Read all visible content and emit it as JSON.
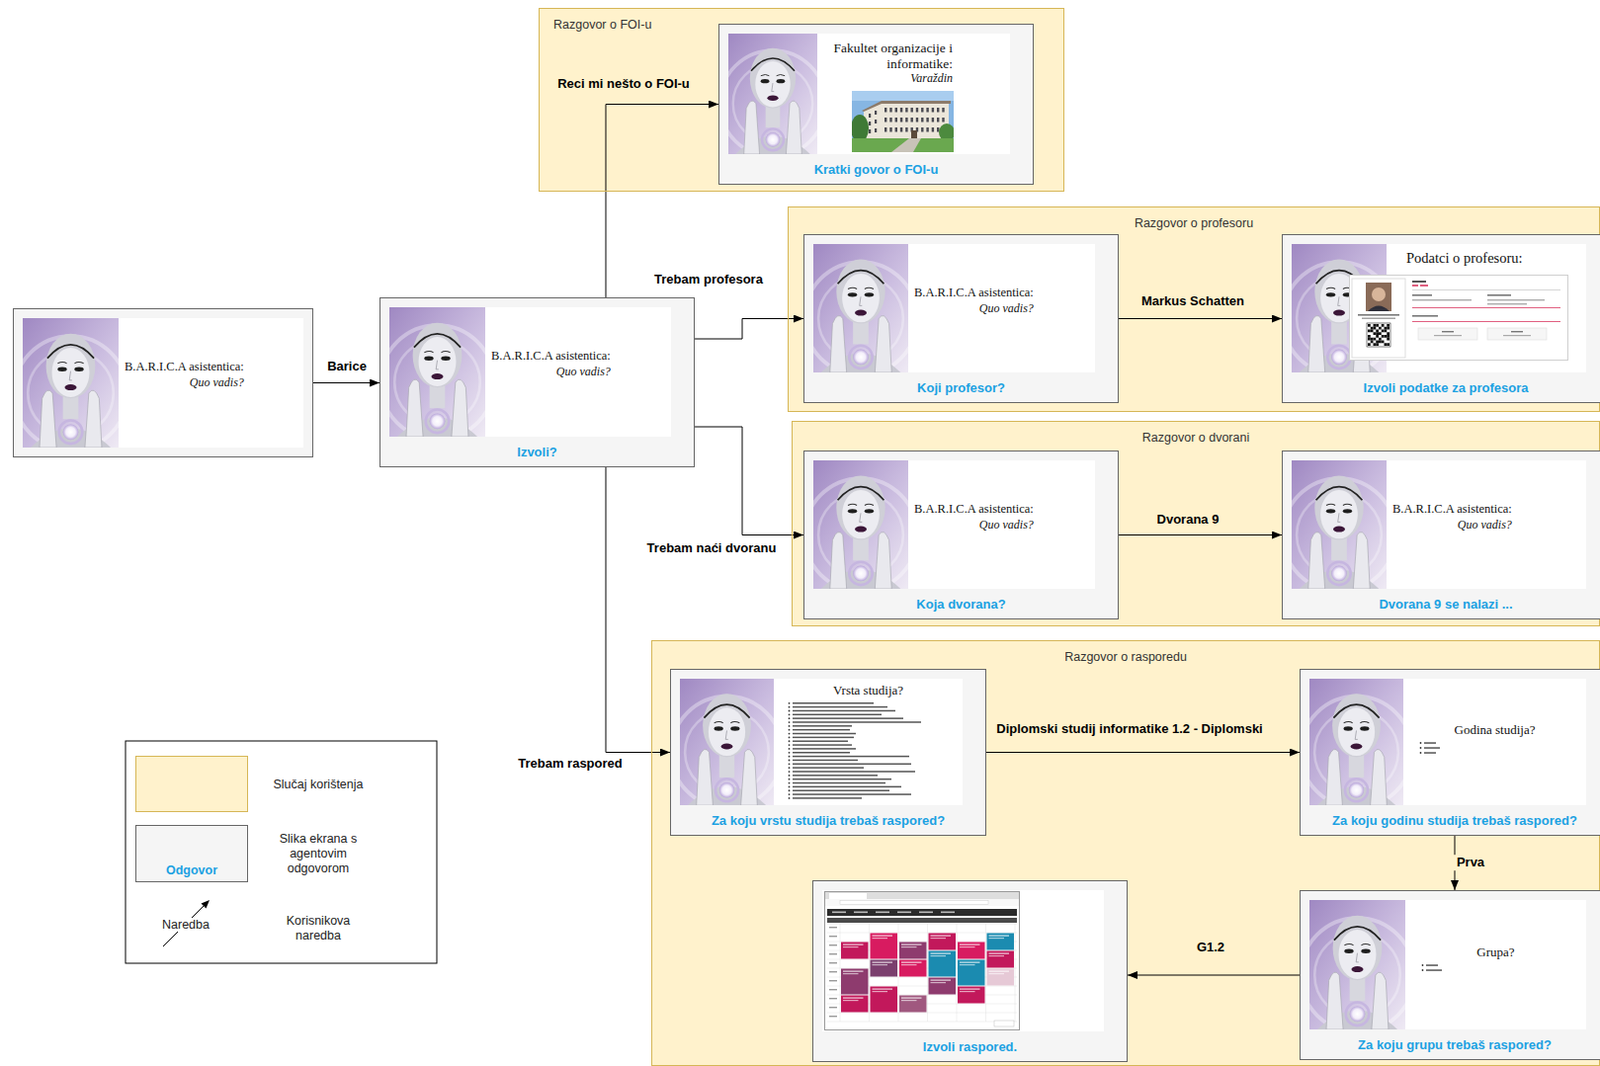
{
  "diagram": {
    "nodes": [
      {
        "text": [
          "Razgovor o FOI-u"
        ]
      },
      {
        "text": [
          "Fakultet organizacije i informatike:",
          "Varaždin",
          "Kratki govor o FOI-u"
        ],
        "in": 0
      },
      {
        "text": [
          "B.A.R.I.C.A asistentica:",
          "Quo vadis?"
        ]
      },
      {
        "text": [
          "B.A.R.I.C.A asistentica:",
          "Quo vadis?",
          "Izvoli?"
        ]
      },
      {
        "text": [
          "Razgovor o profesoru"
        ]
      },
      {
        "text": [
          "B.A.R.I.C.A asistentica:",
          "Quo vadis?",
          "Koji profesor?"
        ],
        "in": 4
      },
      {
        "text": [
          "Podatci o profesoru:",
          "Izvoli podatke za profesora"
        ],
        "in": 4
      },
      {
        "text": [
          "Razgovor o dvorani"
        ]
      },
      {
        "text": [
          "B.A.R.I.C.A asistentica:",
          "Quo vadis?",
          "Koja dvorana?"
        ],
        "in": 7
      },
      {
        "text": [
          "B.A.R.I.C.A asistentica:",
          "Quo vadis?",
          "Dvorana 9 se nalazi ..."
        ],
        "in": 7
      },
      {
        "text": [
          "Razgovor o rasporedu"
        ]
      },
      {
        "text": [
          "Vrsta studija?",
          "Za koju vrstu studija trebaš raspored?"
        ],
        "in": 10
      },
      {
        "text": [
          "Godina studija?",
          "Za koju godinu studija trebaš raspored?"
        ],
        "in": 10
      },
      {
        "text": [
          "Grupa?",
          "Za koju grupu trebaš raspored?"
        ],
        "in": 10
      },
      {
        "text": [
          "Izvoli raspored."
        ],
        "in": 10
      }
    ],
    "edges": [
      {
        "from": 2,
        "to": 3,
        "label": "Barice",
        "arrow": "to"
      },
      {
        "from": 3,
        "to": 1,
        "label": "Reci mi nešto o FOI-u",
        "arrow": "to"
      },
      {
        "from": 3,
        "to": 5,
        "label": "Trebam profesora",
        "arrow": "to"
      },
      {
        "from": 3,
        "to": 8,
        "label": "Trebam naći dvoranu",
        "arrow": "to"
      },
      {
        "from": 3,
        "to": 11,
        "label": "Trebam raspored",
        "arrow": "to"
      },
      {
        "from": 5,
        "to": 6,
        "label": "Markus Schatten",
        "arrow": "to"
      },
      {
        "from": 8,
        "to": 9,
        "label": "Dvorana 9",
        "arrow": "to"
      },
      {
        "from": 11,
        "to": 12,
        "label": "Diplomski studij informatike 1.2 - Diplomski",
        "arrow": "to"
      },
      {
        "from": 12,
        "to": 13,
        "label": "Prva",
        "arrow": "to"
      },
      {
        "from": 13,
        "to": 14,
        "label": "G1.2",
        "arrow": "to"
      }
    ],
    "labels": [
      "Odgovor",
      "Naredba"
    ],
    "legend": [
      {
        "text": "Slučaj korištenja",
        "color": "#fff2cc"
      },
      {
        "text": "Slika ekrana s agentovim odgovorom",
        "color": "#f5f5f5"
      },
      {
        "text": "Korisnikova naredba"
      }
    ]
  }
}
